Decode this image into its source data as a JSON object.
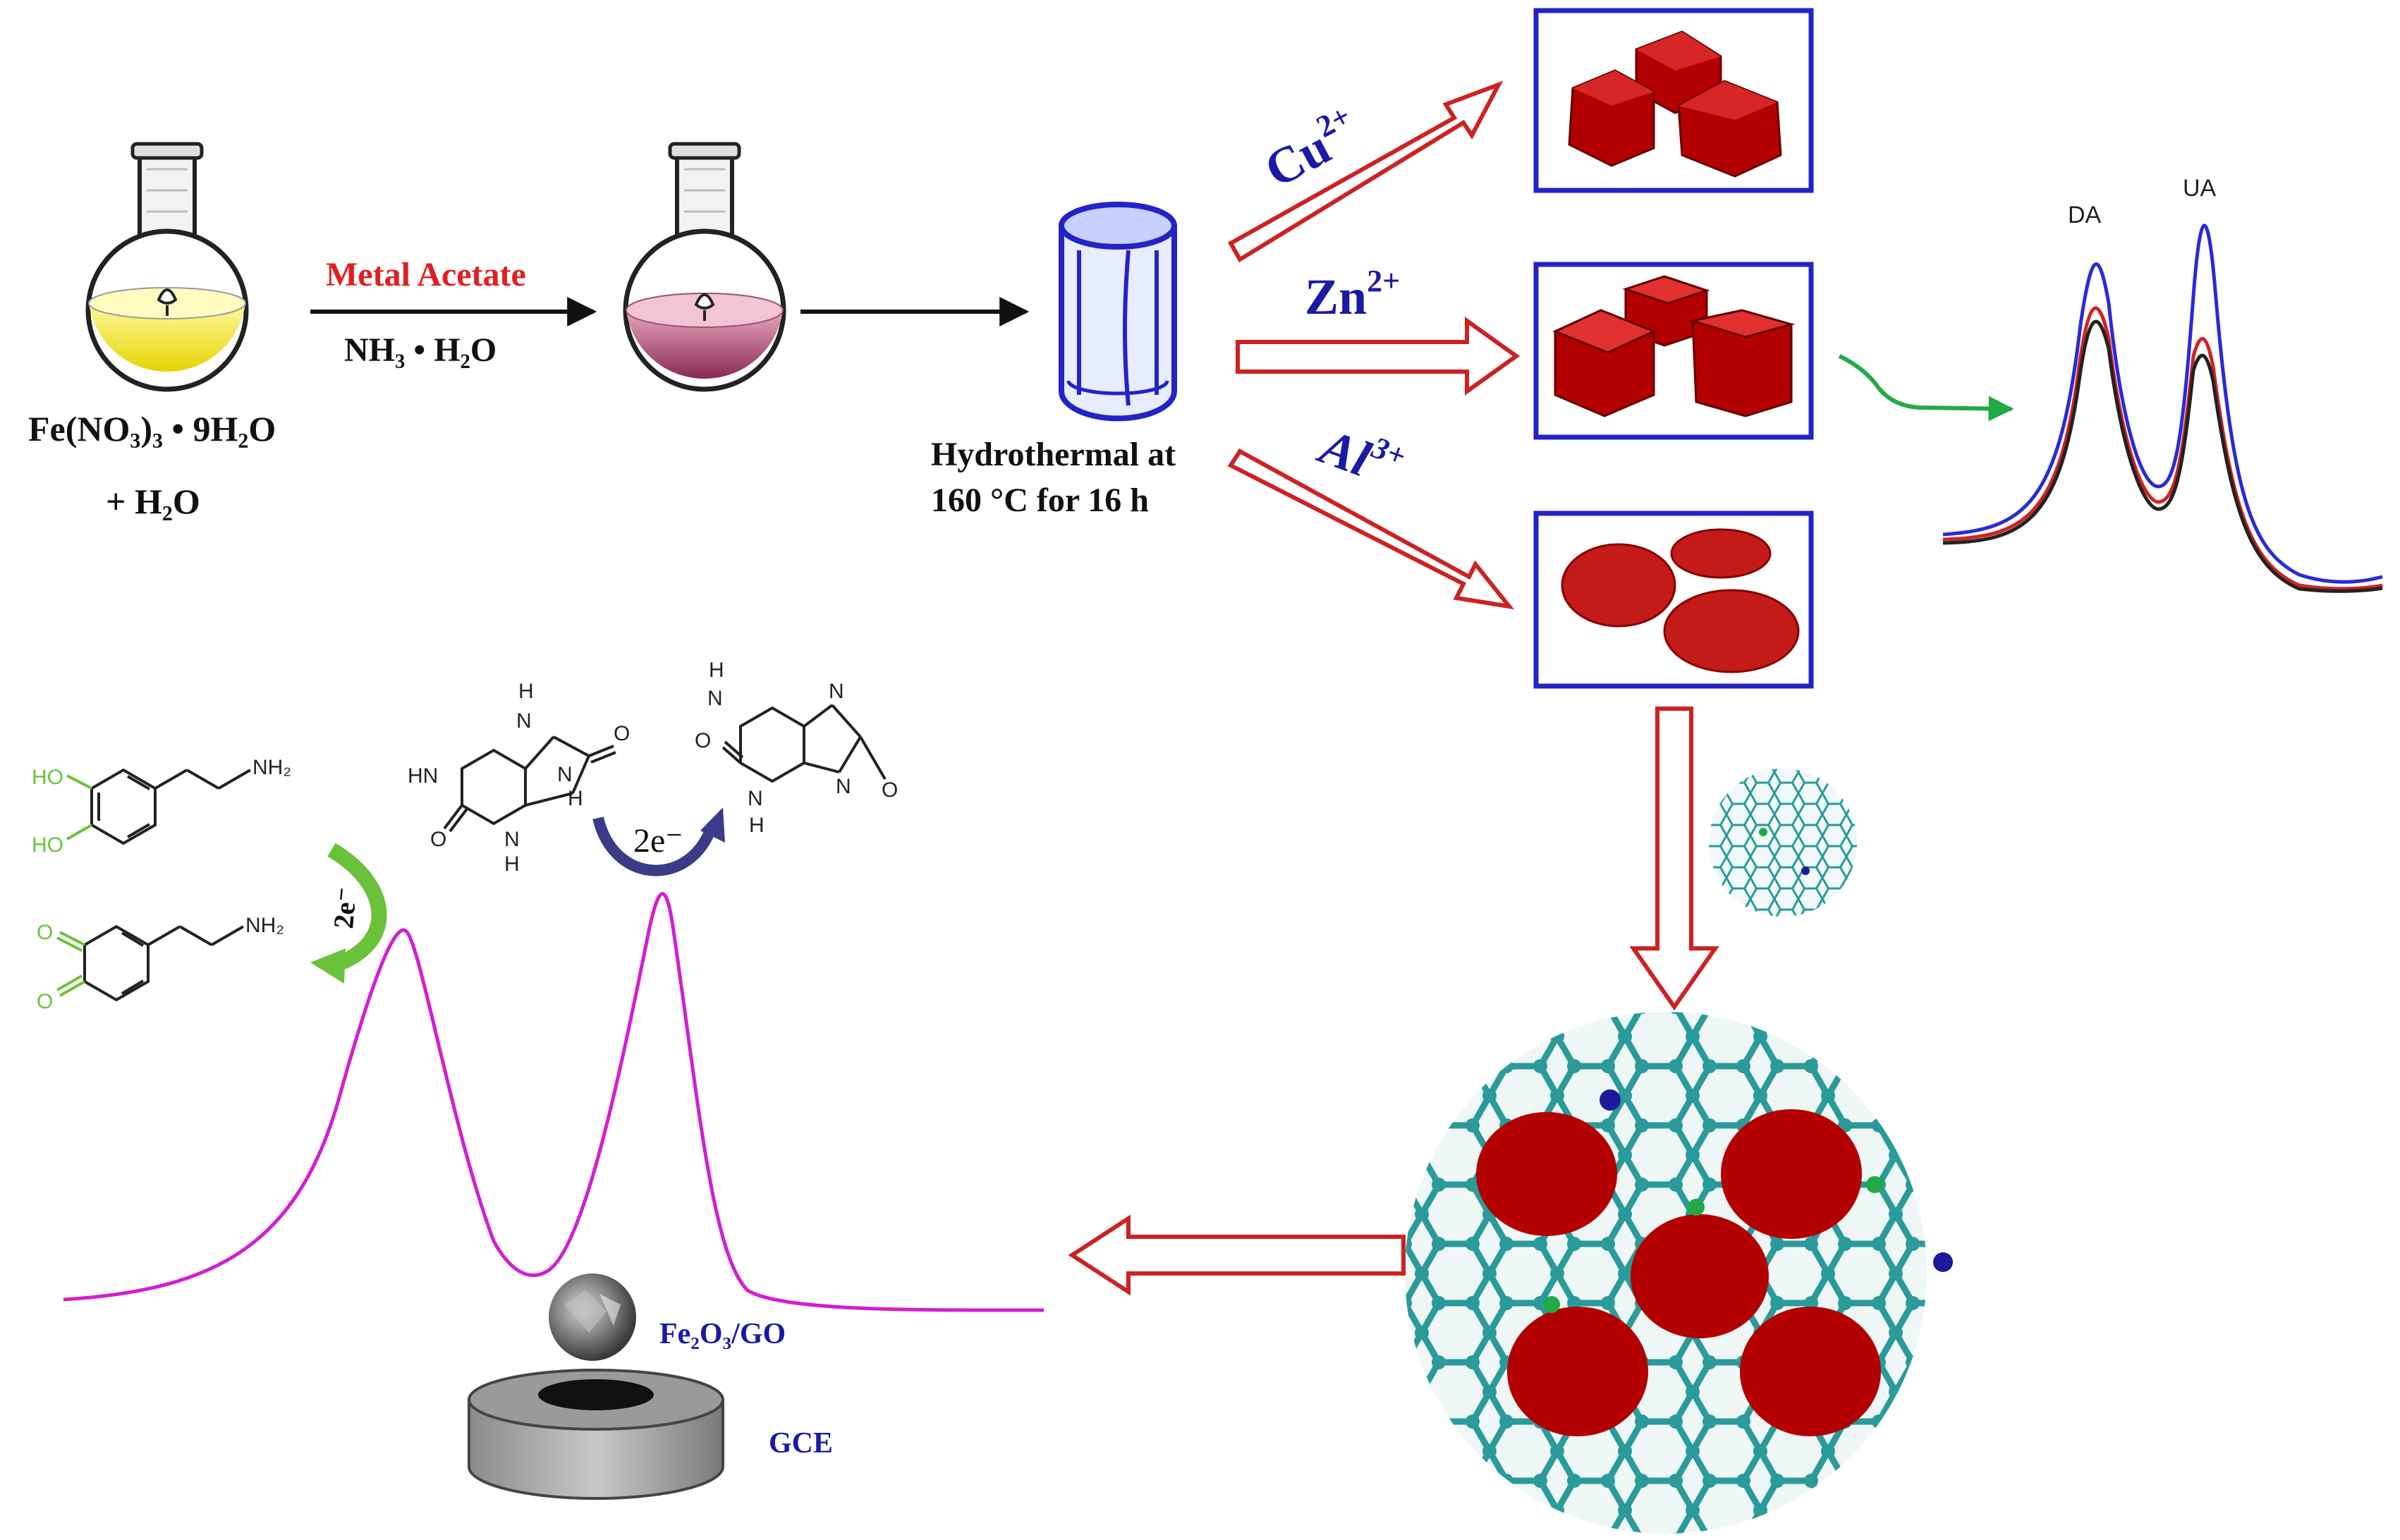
{
  "reactants": {
    "formula": "Fe(NO₃)₃ • 9H₂O",
    "water": "+ H₂O"
  },
  "reagent_arrow": {
    "top_label": "Metal Acetate",
    "bottom_label": "NH₃ • H₂O"
  },
  "hydrothermal": {
    "line1": "Hydrothermal at",
    "line2": "160 °C for 16 h"
  },
  "ions": [
    {
      "base": "Cu",
      "charge": "2+"
    },
    {
      "base": "Zn",
      "charge": "2+"
    },
    {
      "base": "Al",
      "charge": "3+"
    }
  ],
  "peaks": {
    "da": "DA",
    "ua": "UA"
  },
  "electron_labels": {
    "left": "2e⁻",
    "right": "2e⁻"
  },
  "molecule_labels": {
    "nh2": "NH₂",
    "ho": "HO",
    "o": "O",
    "h": "H",
    "n": "N",
    "nh": "NH"
  },
  "electrode": {
    "composite": "Fe₂O₃/GO",
    "gce": "GCE"
  },
  "colors": {
    "red_arrow": "#cc2222",
    "blue_text": "#1a1aa6",
    "red_text": "#e02020",
    "magenta_curve": "#d21ed2",
    "particle_red": "#b30000",
    "graphene": "#2a9a9a",
    "green": "#3cb43c"
  }
}
